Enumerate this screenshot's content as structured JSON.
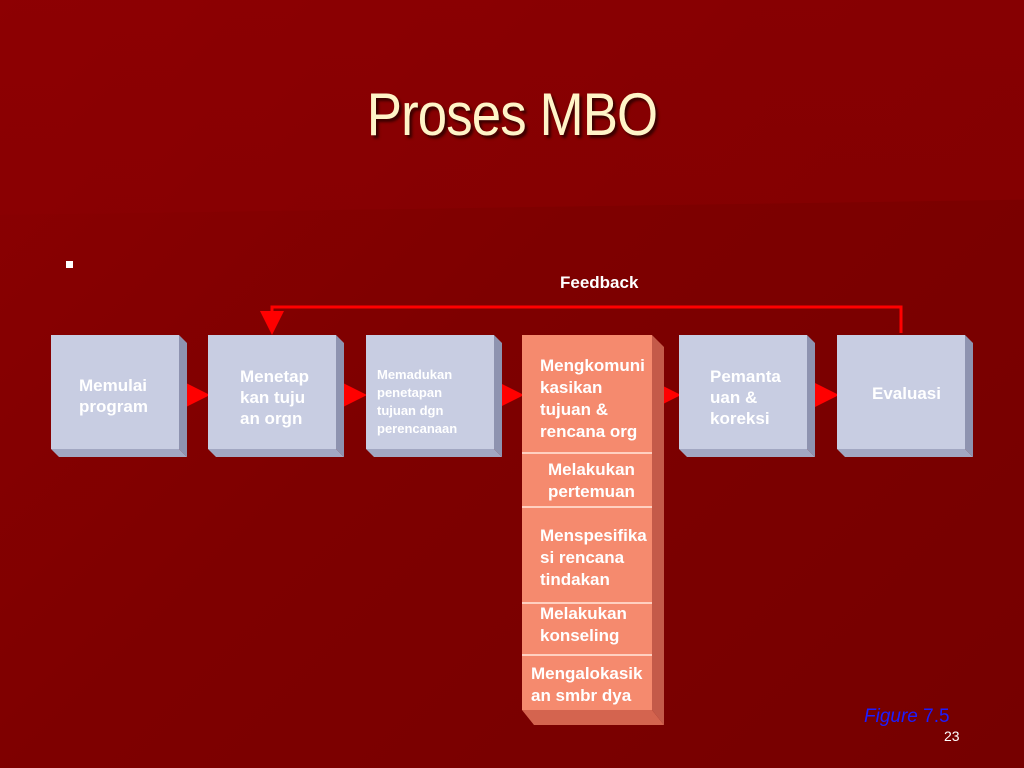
{
  "slide": {
    "title": "Proses MBO",
    "bullet": "▪",
    "page_number": "23"
  },
  "diagram": {
    "feedback_label": "Feedback",
    "boxes": [
      {
        "id": "memulai",
        "lines": [
          "Memulai",
          "program"
        ]
      },
      {
        "id": "menetapkan",
        "lines": [
          "Menetap",
          "kan tuju",
          "an orgn"
        ]
      },
      {
        "id": "memadukan",
        "lines": [
          "Memadukan",
          "penetapan",
          "tujuan dgn",
          "perencanaan"
        ]
      },
      {
        "id": "pemantauan",
        "lines": [
          "Pemanta",
          "uan &",
          "koreksi"
        ]
      },
      {
        "id": "evaluasi",
        "lines": [
          "Evaluasi"
        ]
      }
    ],
    "stack_segments": [
      {
        "id": "mengkomunikasikan",
        "lines": [
          "Mengkomuni",
          "kasikan",
          "tujuan &",
          "rencana org"
        ]
      },
      {
        "id": "pertemuan",
        "lines": [
          "Melakukan",
          "pertemuan"
        ]
      },
      {
        "id": "menspesifikasi",
        "lines": [
          "Menspesifika",
          "si rencana",
          "tindakan"
        ]
      },
      {
        "id": "konseling",
        "lines": [
          "Melakukan",
          "konseling"
        ]
      },
      {
        "id": "mengalokasikan",
        "lines": [
          "Mengalokasik",
          "an smbr dya"
        ]
      }
    ],
    "figure_caption": {
      "word": "Figure",
      "number": "7.5"
    }
  },
  "colors": {
    "background": "#7e0000",
    "title": "#fff4c8",
    "box_face": "#c8cde2",
    "stack_face": "#f58a6e",
    "arrow": "#ff0000",
    "figure_caption": "#1d1dff"
  }
}
